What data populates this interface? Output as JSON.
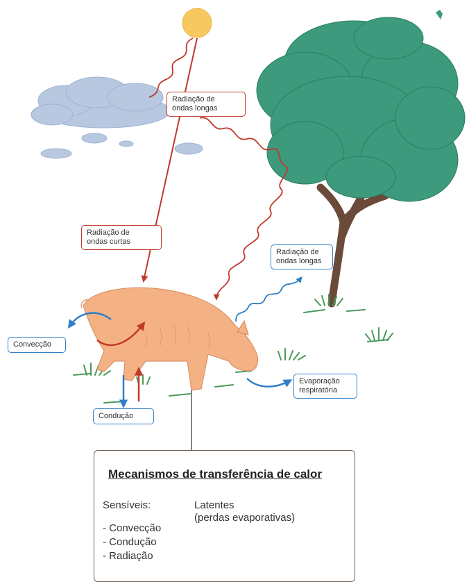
{
  "labels": {
    "longwave_sky": [
      "Radiação de",
      "ondas longas"
    ],
    "shortwave": [
      "Radiação de",
      "ondas curtas"
    ],
    "longwave_pig": [
      "Radiação de",
      "ondas longas"
    ],
    "convection": "Convecção",
    "conduction": "Condução",
    "evaporation": [
      "Evaporação",
      "respiratória"
    ]
  },
  "summary": {
    "title": "Mecanismos de transferência de calor",
    "sensible_heading": "Sensíveis:",
    "latent_heading": [
      "Latentes",
      "(perdas evaporativas)"
    ],
    "sensible_items": [
      "- Convecção",
      "- Condução",
      "- Radiação"
    ]
  },
  "colors": {
    "sun": "#f6c85f",
    "cloud": "#b8c8e0",
    "tree_foliage": "#3d9a7d",
    "tree_trunk": "#6b4a3a",
    "pig": "#f4b183",
    "grass": "#4a9a5a",
    "arrow_red": "#c0392b",
    "arrow_blue": "#2f7fc8"
  }
}
